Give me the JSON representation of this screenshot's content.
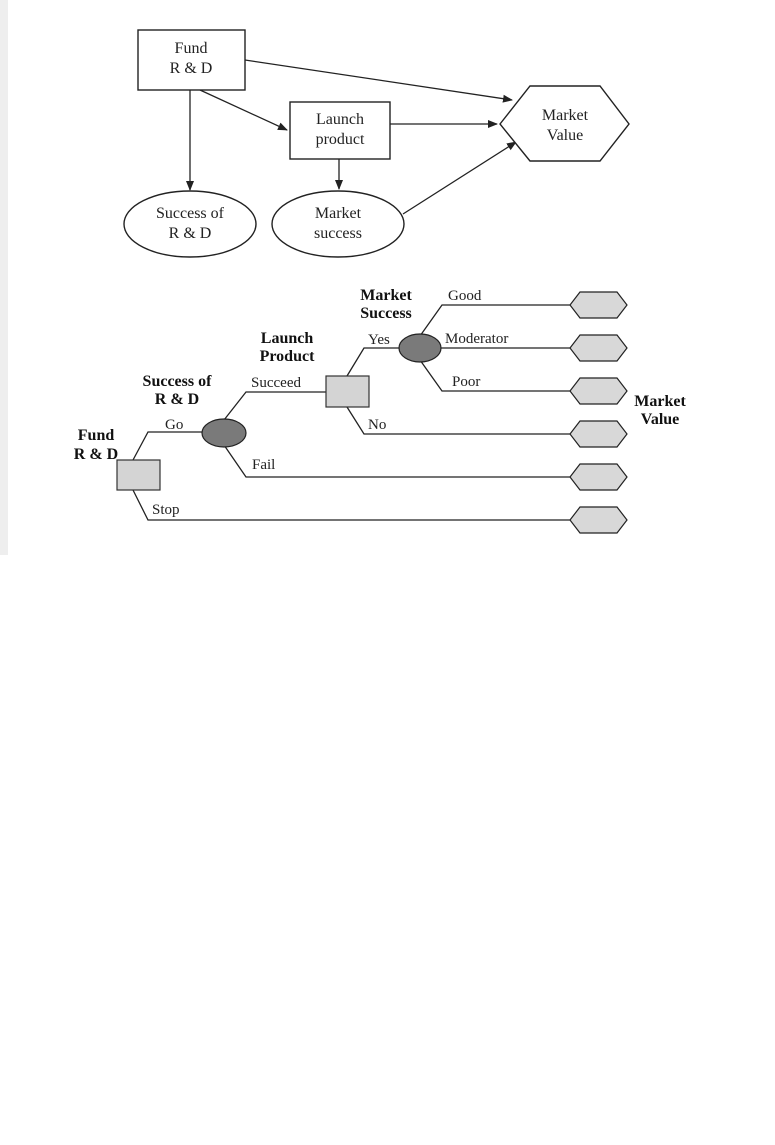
{
  "influence_diagram": {
    "nodes": {
      "fund": {
        "line1": "Fund",
        "line2": "R & D"
      },
      "launch": {
        "line1": "Launch",
        "line2": "product"
      },
      "market_value": {
        "line1": "Market",
        "line2": "Value"
      },
      "success_rd": {
        "line1": "Success of",
        "line2": "R & D"
      },
      "market_success": {
        "line1": "Market",
        "line2": "success"
      }
    }
  },
  "decision_tree": {
    "headers": {
      "fund": {
        "line1": "Fund",
        "line2": "R & D"
      },
      "success_rd": {
        "line1": "Success of",
        "line2": "R & D"
      },
      "launch": {
        "line1": "Launch",
        "line2": "Product"
      },
      "market_success": {
        "line1": "Market",
        "line2": "Success"
      },
      "market_value": {
        "line1": "Market",
        "line2": "Value"
      }
    },
    "branches": {
      "go": "Go",
      "stop": "Stop",
      "succeed": "Succeed",
      "fail": "Fail",
      "yes": "Yes",
      "no": "No",
      "good": "Good",
      "moderator": "Moderator",
      "poor": "Poor"
    }
  },
  "colors": {
    "line": "#222222",
    "decision_fill": "#d4d4d4",
    "chance_fill": "#7a7a7a",
    "terminal_fill": "#d8d8d8"
  }
}
